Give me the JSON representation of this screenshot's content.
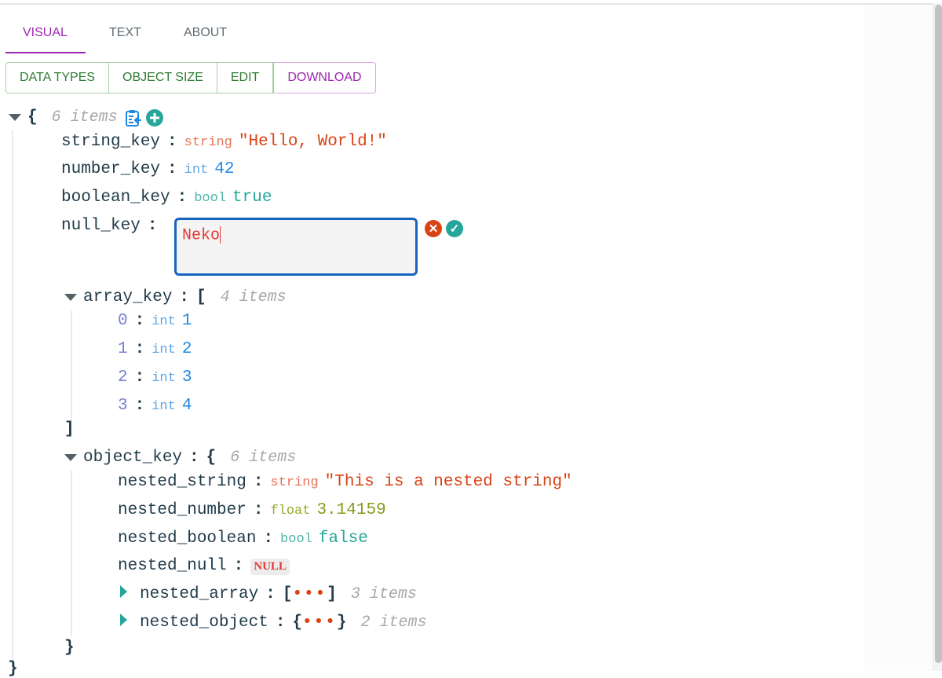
{
  "tabs": [
    {
      "label": "VISUAL",
      "active": true
    },
    {
      "label": "TEXT"
    },
    {
      "label": "ABOUT"
    }
  ],
  "toolbar": {
    "data_types": "DATA TYPES",
    "object_size": "OBJECT SIZE",
    "edit": "EDIT",
    "download": "DOWNLOAD"
  },
  "colors": {
    "accent": "#9c27b0",
    "button_green": "#2e7d32",
    "string": "#d84315",
    "int": "#1e88e5",
    "bool": "#26a69a",
    "float": "#8a9a1a",
    "null": "#e53935",
    "focus": "#1565c0"
  },
  "root": {
    "open": "{",
    "close": "}",
    "items": "6 items",
    "icons": [
      "copy-to-clipboard-icon",
      "add-circle-icon"
    ]
  },
  "fields": {
    "string_key": {
      "key": "string_key",
      "type": "string",
      "value": "\"Hello, World!\""
    },
    "number_key": {
      "key": "number_key",
      "type": "int",
      "value": "42"
    },
    "boolean_key": {
      "key": "boolean_key",
      "type": "bool",
      "value": "true"
    },
    "null_key": {
      "key": "null_key",
      "edit_value": "Neko"
    },
    "array_key": {
      "key": "array_key",
      "open": "[",
      "close": "]",
      "items": "4 items",
      "elements": [
        {
          "index": "0",
          "type": "int",
          "value": "1"
        },
        {
          "index": "1",
          "type": "int",
          "value": "2"
        },
        {
          "index": "2",
          "type": "int",
          "value": "3"
        },
        {
          "index": "3",
          "type": "int",
          "value": "4"
        }
      ]
    },
    "object_key": {
      "key": "object_key",
      "open": "{",
      "close": "}",
      "items": "6 items",
      "nested_string": {
        "key": "nested_string",
        "type": "string",
        "value": "\"This is a nested string\""
      },
      "nested_number": {
        "key": "nested_number",
        "type": "float",
        "value": "3.14159"
      },
      "nested_boolean": {
        "key": "nested_boolean",
        "type": "bool",
        "value": "false"
      },
      "nested_null": {
        "key": "nested_null",
        "value": "NULL"
      },
      "nested_array": {
        "key": "nested_array",
        "open": "[",
        "close": "]",
        "dots": "•••",
        "items": "3 items"
      },
      "nested_object": {
        "key": "nested_object",
        "open": "{",
        "close": "}",
        "dots": "•••",
        "items": "2 items"
      }
    }
  },
  "colon": ":"
}
